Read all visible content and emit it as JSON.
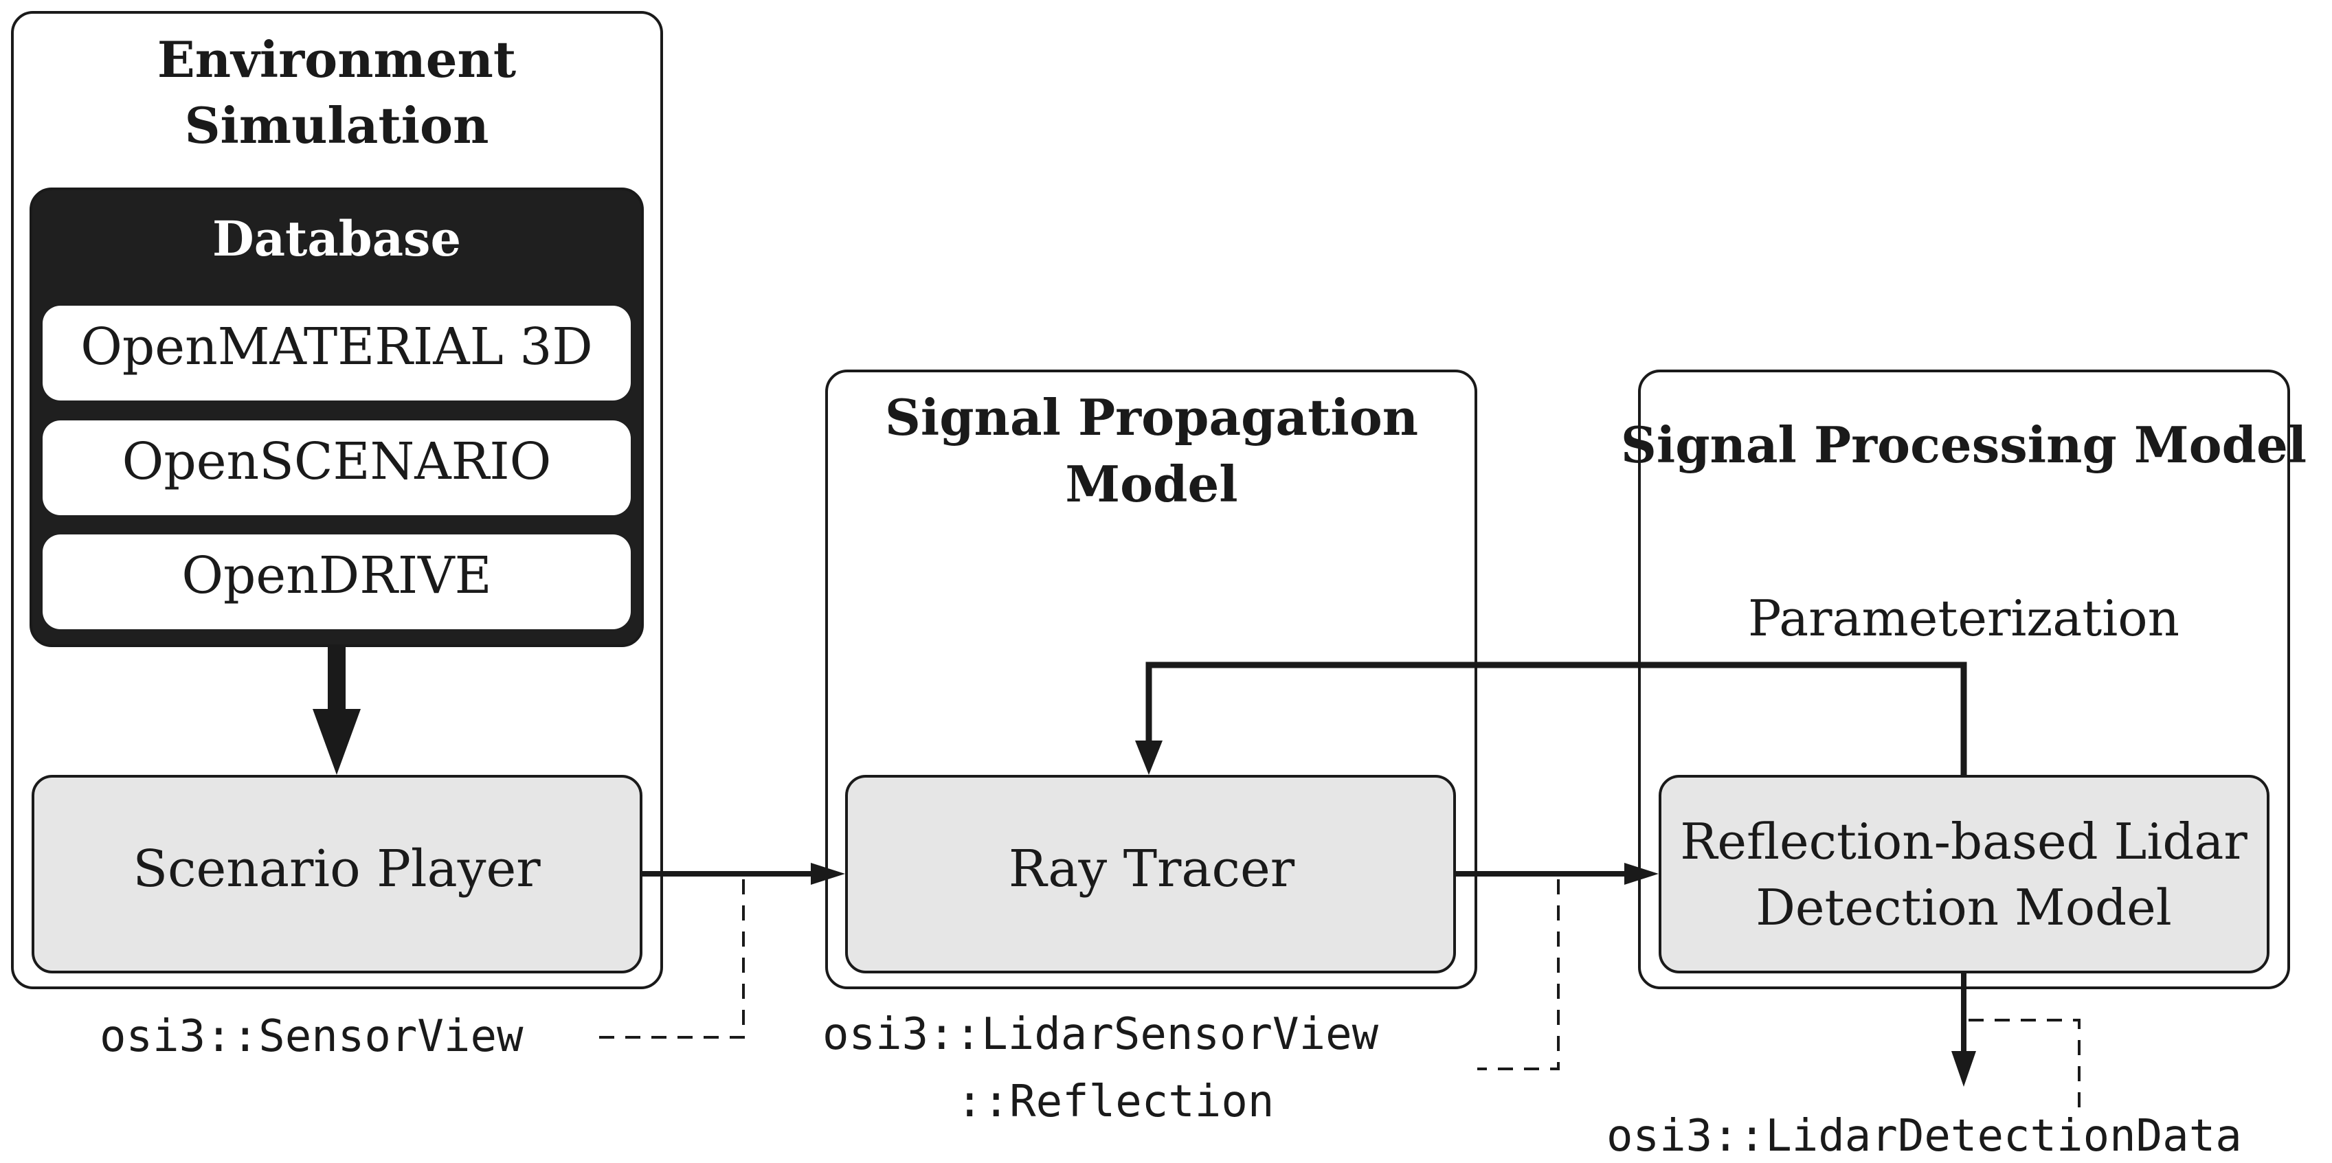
{
  "environment": {
    "title_line1": "Environment",
    "title_line2": "Simulation",
    "database": {
      "title": "Database",
      "items": [
        "OpenMATERIAL 3D",
        "OpenSCENARIO",
        "OpenDRIVE"
      ]
    },
    "scenario_player": "Scenario Player"
  },
  "propagation": {
    "title_line1": "Signal Propagation",
    "title_line2": "Model",
    "ray_tracer": "Ray Tracer"
  },
  "processing": {
    "title": "Signal Processing Model",
    "parameterization": "Parameterization",
    "detection_model_line1": "Reflection-based Lidar",
    "detection_model_line2": "Detection Model"
  },
  "interfaces": {
    "sensor_view": "osi3::SensorView",
    "lidar_sensor_view_line1": "osi3::LidarSensorView",
    "lidar_sensor_view_line2": "::Reflection",
    "lidar_detection_data": "osi3::LidarDetectionData"
  },
  "colors": {
    "stroke": "#1a1a1a",
    "database_fill": "#1f1f1f",
    "model_fill": "#e6e6e6",
    "background": "#ffffff"
  }
}
